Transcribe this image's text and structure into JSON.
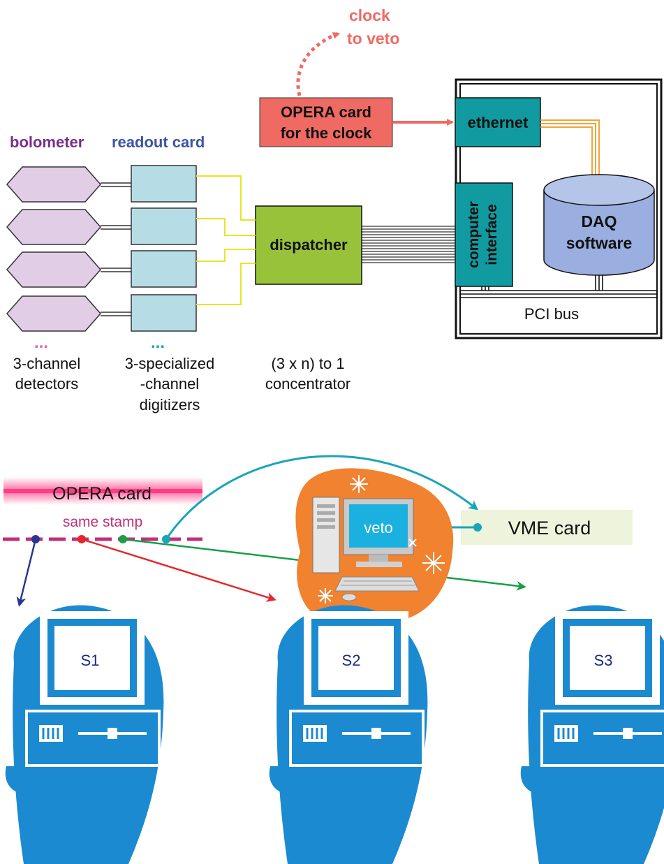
{
  "top": {
    "clock_to_veto": [
      "clock",
      "to veto"
    ],
    "opera_clock_card": [
      "OPERA card",
      "for the clock"
    ],
    "ethernet": "ethernet",
    "col_bolometer": "bolometer",
    "col_readout": "readout card",
    "dispatcher": "dispatcher",
    "computer_interface": [
      "computer",
      "interface"
    ],
    "daq": [
      "DAQ",
      "software"
    ],
    "pci_bus": "PCI bus",
    "ellipsis": "...",
    "caption_detectors": [
      "3-channel",
      "detectors"
    ],
    "caption_digitizers": [
      "3-specialized",
      "-channel",
      "digitizers"
    ],
    "caption_concentrator": [
      "(3 x n) to 1",
      "concentrator"
    ]
  },
  "bottom": {
    "opera_card": "OPERA card",
    "same_stamp": "same stamp",
    "veto": "veto",
    "vme_card": "VME card",
    "stations": [
      "S1",
      "S2",
      "S3"
    ]
  },
  "colors": {
    "salmon": "#ef6a63",
    "teal": "#119aa0",
    "purple": "#7a2d8c",
    "blue_label": "#3a55a5",
    "lilac": "#e1cde6",
    "lightblue": "#b6dde6",
    "green": "#98c23a",
    "daq_blue": "#9aaee0",
    "magenta": "#c0307a",
    "navy": "#2a3593",
    "red": "#e5262a",
    "green_line": "#1a9e48",
    "cyan_line": "#17a6b5",
    "computer_blue": "#1b8ad0",
    "orange": "#f08230"
  }
}
